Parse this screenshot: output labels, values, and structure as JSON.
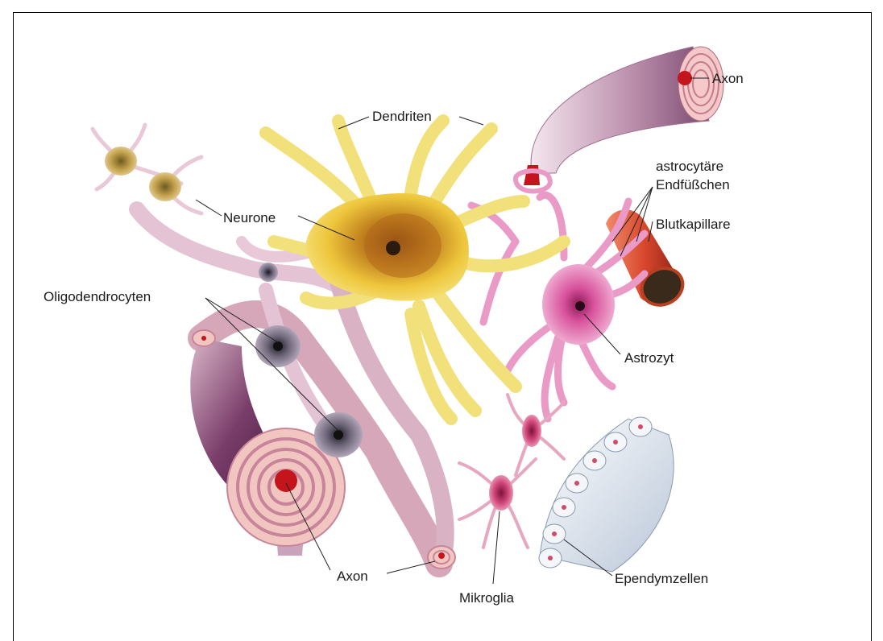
{
  "labels": {
    "axon_top": "Axon",
    "dendriten": "Dendriten",
    "astro_endfuss_1": "astrocytäre",
    "astro_endfuss_2": "Endfüßchen",
    "blutkapillare": "Blutkapillare",
    "neurone": "Neurone",
    "oligodendrocyten": "Oligodendrocyten",
    "astrozyt": "Astrozyt",
    "axon_bottom": "Axon",
    "mikroglia": "Mikroglia",
    "ependymzellen": "Ependymzellen"
  },
  "colors": {
    "neuron": "#f2d84a",
    "neuron_core": "#a8641a",
    "astrocyte": "#e99ac6",
    "myelin": "#d6a7b8",
    "capillary": "#d8472c",
    "axon_core": "#c4141c",
    "oligodendrocyte": "#8c7f93",
    "ependym": "#e8eef6"
  }
}
